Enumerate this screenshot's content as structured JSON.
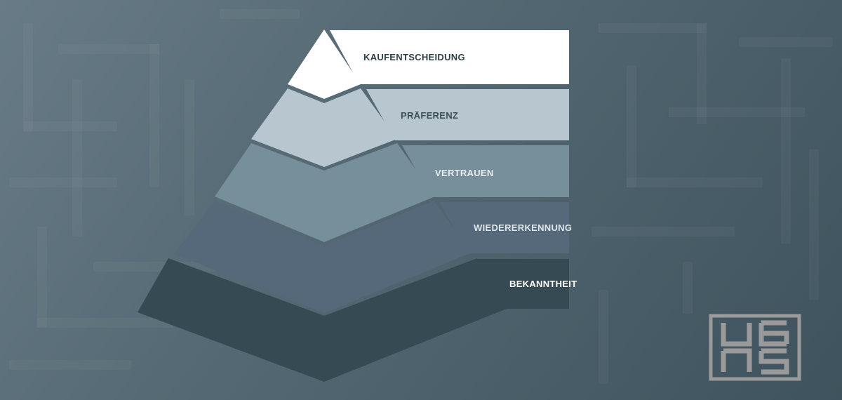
{
  "pyramid": {
    "levels": [
      {
        "label": "KAUFENTSCHEIDUNG",
        "band_color": "#ffffff",
        "face_color": "#ffffff",
        "text_color": "#2e3f47"
      },
      {
        "label": "PRÄFERENZ",
        "band_color": "#b8c7cf",
        "face_color": "#b8c7cf",
        "text_color": "#3d4e56"
      },
      {
        "label": "VERTRAUEN",
        "band_color": "#778e9b",
        "face_color": "#778e9b",
        "text_color": "#e6edf0"
      },
      {
        "label": "WIEDERERKENNUNG",
        "band_color": "#56697a",
        "face_color": "#56697a",
        "text_color": "#dde5e9"
      },
      {
        "label": "BEKANNTHEIT",
        "band_color": "#364a53",
        "face_color": "#364a53",
        "text_color": "#ffffff"
      }
    ]
  },
  "logo": {
    "name": "logo-mark",
    "color": "#9a9a9a"
  }
}
